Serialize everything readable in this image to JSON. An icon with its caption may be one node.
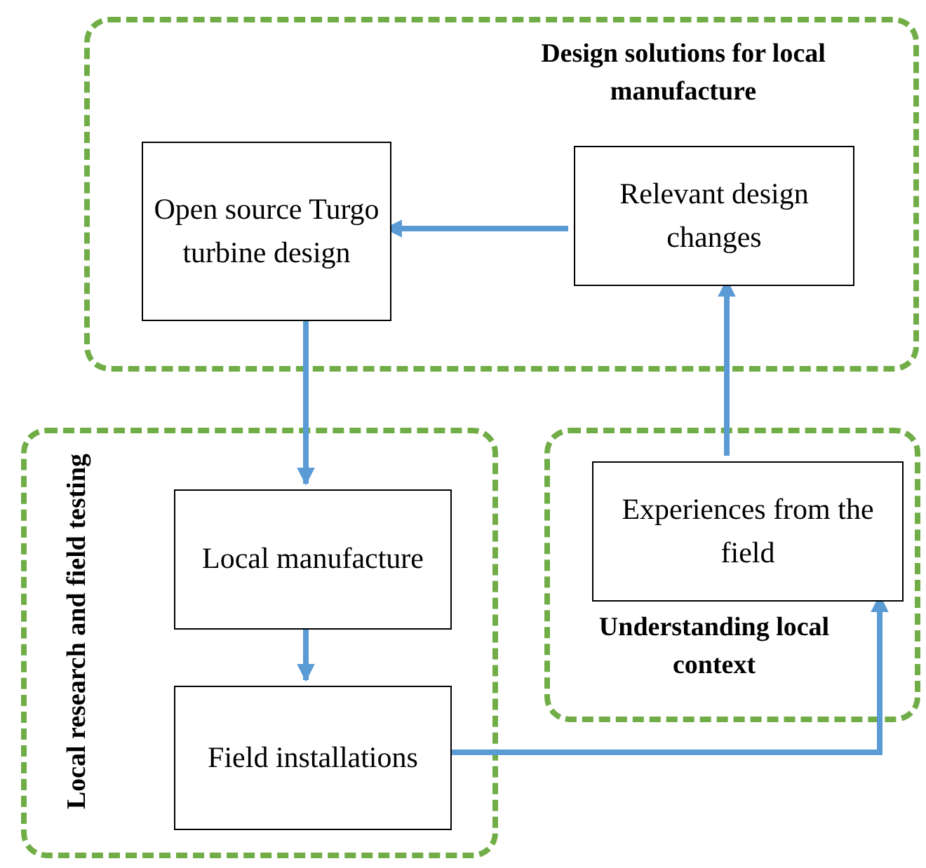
{
  "diagram": {
    "nodes": [
      {
        "text": [
          "Design solutions for local manufacture"
        ]
      },
      {
        "text": [
          "Open source Turgo turbine design"
        ],
        "in": 0
      },
      {
        "text": [
          "Relevant design changes"
        ],
        "in": 0
      },
      {
        "text": [
          "Local research and field testing"
        ]
      },
      {
        "text": [
          "Local manufacture"
        ],
        "in": 3
      },
      {
        "text": [
          "Field installations"
        ],
        "in": 3
      },
      {
        "text": [
          "Understanding local context"
        ]
      },
      {
        "text": [
          "Experiences from the field"
        ],
        "in": 6
      }
    ],
    "edges": [
      {
        "from": 2,
        "to": 1,
        "arrow": "to"
      },
      {
        "from": 1,
        "to": 4,
        "arrow": "to"
      },
      {
        "from": 4,
        "to": 5,
        "arrow": "to"
      },
      {
        "from": 5,
        "to": 7,
        "arrow": "to"
      },
      {
        "from": 7,
        "to": 2,
        "arrow": "to"
      }
    ]
  }
}
